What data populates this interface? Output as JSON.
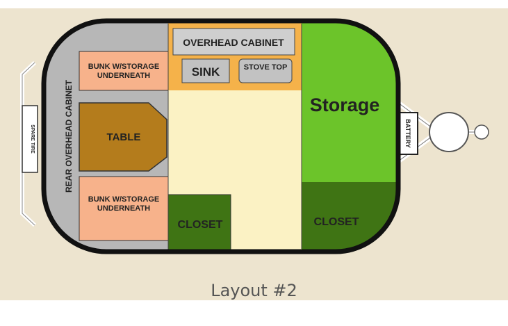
{
  "layout": {
    "rear_overhead_cabinet": "REAR OVERHEAD CABINET",
    "spare_tire": "SPARE TIRE",
    "bunk_top_line1": "BUNK W/STORAGE",
    "bunk_top_line2": "UNDERNEATH",
    "table": "TABLE",
    "bunk_bottom_line1": "BUNK W/STORAGE",
    "bunk_bottom_line2": "UNDERNEATH",
    "overhead_cabinet": "OVERHEAD CABINET",
    "sink": "SINK",
    "stove_top": "STOVE TOP",
    "storage": "Storage",
    "battery": "BATTERY",
    "closet_center": "CLOSET",
    "closet_right": "CLOSET"
  },
  "caption": "Layout #2",
  "colors": {
    "background": "#ede4cf",
    "gray": "#b7b7b7",
    "peach": "#f7b28b",
    "table": "#b47c1c",
    "kitchen": "#f5b24a",
    "floor": "#fbf2c4",
    "green": "#6cc42a",
    "closet": "#3f7414",
    "outline": "#111111"
  }
}
